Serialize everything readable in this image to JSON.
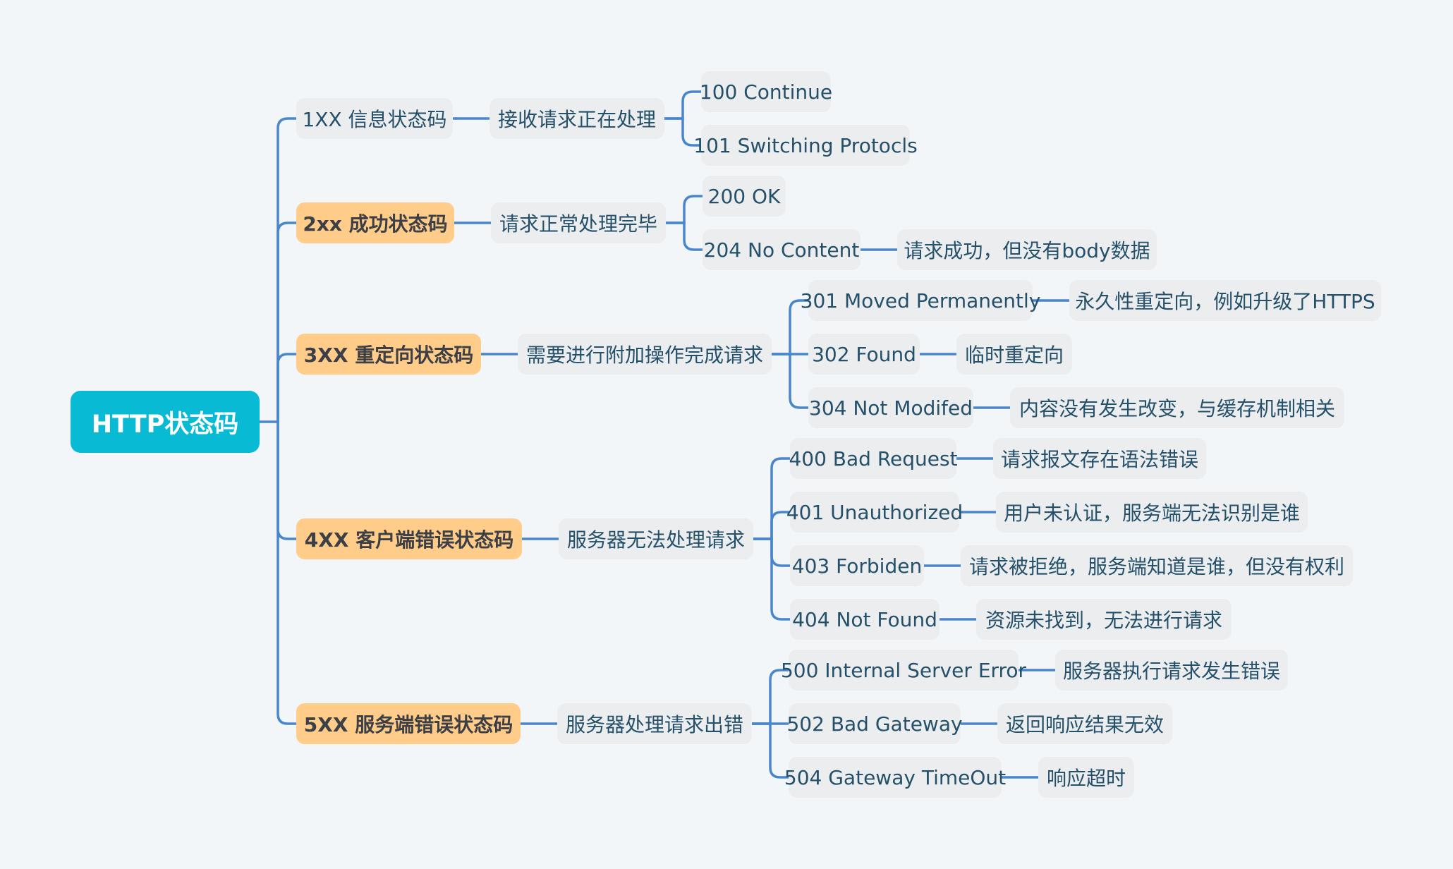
{
  "root": "HTTP状态码",
  "branches": [
    {
      "label": "1XX 信息状态码",
      "highlight": false,
      "summary": "接收请求正在处理",
      "codes": [
        {
          "code": "100 Continue",
          "note": ""
        },
        {
          "code": "101 Switching Protocls",
          "note": ""
        }
      ]
    },
    {
      "label": "2xx 成功状态码",
      "highlight": true,
      "summary": "请求正常处理完毕",
      "codes": [
        {
          "code": "200 OK",
          "note": ""
        },
        {
          "code": "204 No Content",
          "note": "请求成功，但没有body数据"
        }
      ]
    },
    {
      "label": "3XX 重定向状态码",
      "highlight": true,
      "summary": "需要进行附加操作完成请求",
      "codes": [
        {
          "code": "301 Moved Permanently",
          "note": "永久性重定向，例如升级了HTTPS"
        },
        {
          "code": "302 Found",
          "note": "临时重定向"
        },
        {
          "code": "304 Not Modifed",
          "note": "内容没有发生改变，与缓存机制相关"
        }
      ]
    },
    {
      "label": "4XX 客户端错误状态码",
      "highlight": true,
      "summary": "服务器无法处理请求",
      "codes": [
        {
          "code": "400 Bad Request",
          "note": "请求报文存在语法错误"
        },
        {
          "code": "401 Unauthorized",
          "note": "用户未认证，服务端无法识别是谁"
        },
        {
          "code": "403 Forbiden",
          "note": "请求被拒绝，服务端知道是谁，但没有权利"
        },
        {
          "code": "404 Not Found",
          "note": "资源未找到，无法进行请求"
        }
      ]
    },
    {
      "label": "5XX 服务端错误状态码",
      "highlight": true,
      "summary": "服务器处理请求出错",
      "codes": [
        {
          "code": "500 Internal Server Error",
          "note": "服务器执行请求发生错误"
        },
        {
          "code": "502 Bad Gateway",
          "note": "返回响应结果无效"
        },
        {
          "code": "504 Gateway TimeOut",
          "note": "响应超时"
        }
      ]
    }
  ]
}
